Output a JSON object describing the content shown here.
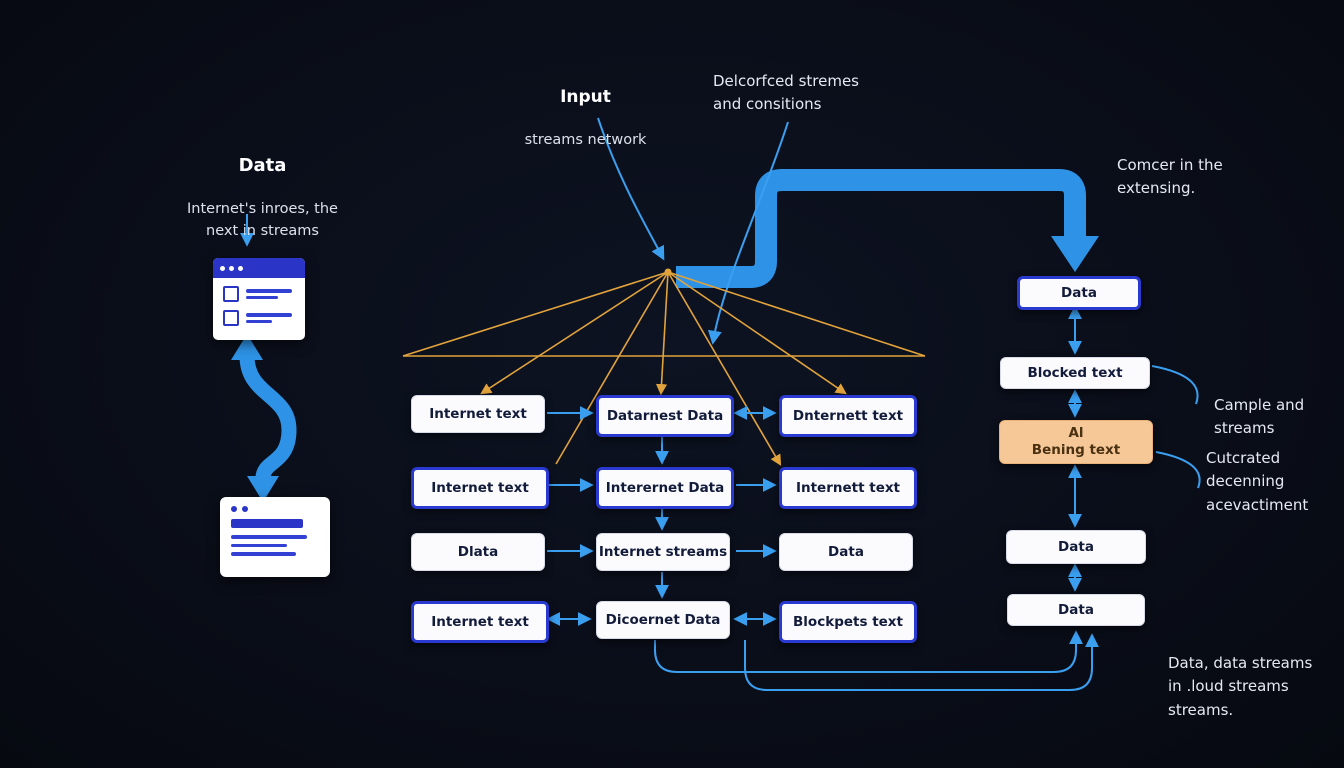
{
  "colors": {
    "background": "#0a0e19",
    "accent_blue": "#2f9ded",
    "pipe_blue": "#2e93e6",
    "box_border_blue": "#2a3ad0",
    "orange": "#e2a33c",
    "peach": "#f6c897"
  },
  "icons": {
    "left_top": "browser-window-icon",
    "left_bottom": "browser-window-icon"
  },
  "left_panel": {
    "title": "Data",
    "subtitle": "Internet's inroes, the\nnext in streams"
  },
  "top": {
    "input_title": "Input",
    "input_subtitle": "streams network",
    "note": "Delcorfced stremes\nand consitions"
  },
  "notes": {
    "top_right": "Comcer in the\nextensing.",
    "mid_right_1": "Cample and\nstreams",
    "mid_right_2": "Cutcrated\ndecenning\nacevactiment",
    "bottom_right": "Data, data streams\nin .loud streams\nstreams."
  },
  "grid": {
    "rows": [
      {
        "cells": [
          "Internet text",
          "Datarnest Data",
          "Dnternett text"
        ]
      },
      {
        "cells": [
          "Internet text",
          "Interernet Data",
          "Internett text"
        ]
      },
      {
        "cells": [
          "Dlata",
          "Internet streams",
          "Data"
        ]
      },
      {
        "cells": [
          "Internet text",
          "Dicoernet Data",
          "Blockpets text"
        ]
      }
    ]
  },
  "right_column": {
    "boxes": [
      "Data",
      "Blocked text",
      "Al\nBening text",
      "Data",
      "Data"
    ]
  }
}
